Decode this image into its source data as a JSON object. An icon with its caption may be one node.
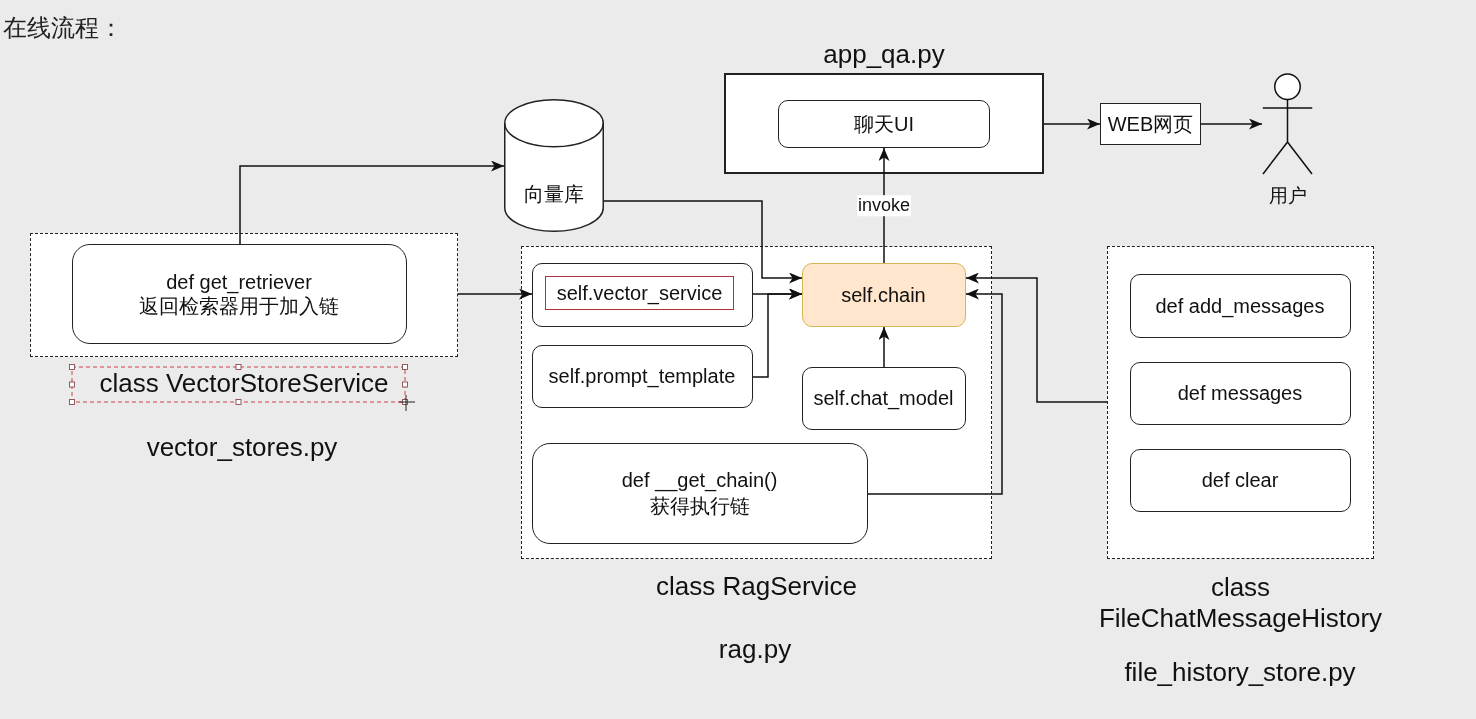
{
  "diagram": {
    "title": "在线流程：",
    "nodes": [
      {
        "text": [
          "向量库"
        ]
      },
      {
        "text": [
          "app_qa.py"
        ]
      },
      {
        "text": [
          "聊天UI"
        ],
        "in": 1
      },
      {
        "text": [
          "WEB网页"
        ]
      },
      {
        "text": [
          "用户"
        ]
      },
      {
        "text": [
          "class VectorStoreService"
        ]
      },
      {
        "text": [
          "def get_retriever",
          "返回检索器用于加入链"
        ],
        "in": 5
      },
      {
        "text": [
          "class RagService"
        ]
      },
      {
        "text": [],
        "shape": "box",
        "in": 7
      },
      {
        "text": [
          "self.vector_service"
        ],
        "in": 8
      },
      {
        "text": [
          "self.chain"
        ],
        "in": 7
      },
      {
        "text": [
          "self.prompt_template"
        ],
        "in": 7
      },
      {
        "text": [
          "self.chat_model"
        ],
        "in": 7
      },
      {
        "text": [
          "def __get_chain()",
          "获得执行链"
        ],
        "in": 7
      },
      {
        "text": [
          "class FileChatMessageHistory"
        ]
      },
      {
        "text": [
          "def add_messages"
        ],
        "in": 14
      },
      {
        "text": [
          "def messages"
        ],
        "in": 14
      },
      {
        "text": [
          "def clear"
        ],
        "in": 14
      }
    ],
    "edges": [
      {
        "from": 6,
        "to": 0,
        "arrow": "to"
      },
      {
        "from": 5,
        "to": 8,
        "arrow": "to"
      },
      {
        "from": 0,
        "to": 10,
        "arrow": "to"
      },
      {
        "from": 8,
        "to": 10,
        "arrow": "to"
      },
      {
        "from": 11,
        "to": 10,
        "arrow": "to"
      },
      {
        "from": 10,
        "to": 2,
        "arrow": "to",
        "label": "invoke"
      },
      {
        "from": 12,
        "to": 10,
        "arrow": "to"
      },
      {
        "from": 14,
        "to": 10,
        "arrow": "to"
      },
      {
        "from": 13,
        "to": 10,
        "arrow": "to"
      },
      {
        "from": 1,
        "to": 3,
        "arrow": "to"
      },
      {
        "from": 3,
        "to": 4,
        "arrow": "to"
      }
    ],
    "labels": [
      "vector_stores.py",
      "rag.py",
      "file_history_store.py"
    ]
  }
}
